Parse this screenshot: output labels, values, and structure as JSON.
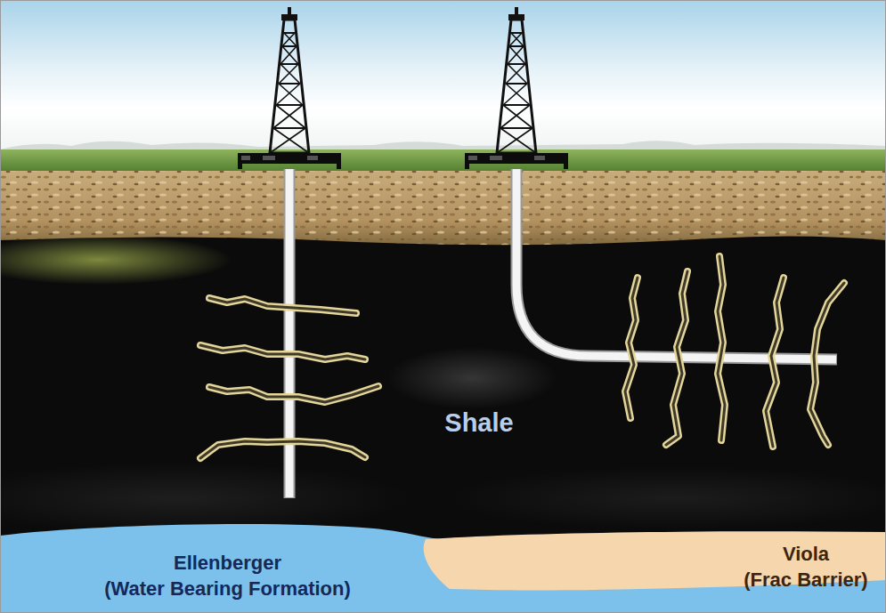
{
  "diagram": {
    "nodes": [
      {
        "text": [
          "Shale"
        ]
      },
      {
        "text": [
          "Ellenberger",
          "(Water Bearing Formation)"
        ]
      },
      {
        "text": [
          "Viola",
          "(Frac Barrier)"
        ]
      }
    ]
  }
}
